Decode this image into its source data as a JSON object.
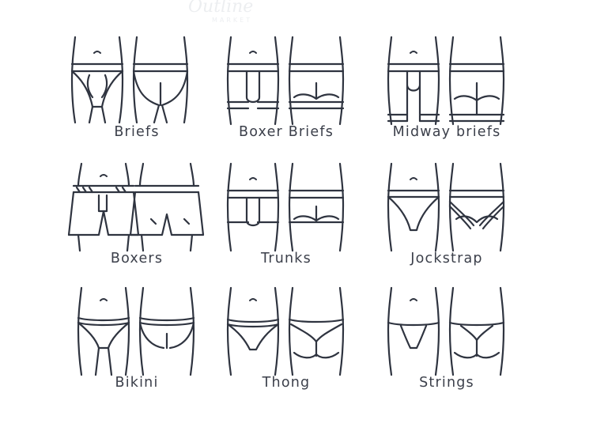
{
  "watermark": {
    "name": "Outline",
    "sub": "MARKET"
  },
  "items": [
    {
      "label": "Briefs"
    },
    {
      "label": "Boxer Briefs"
    },
    {
      "label": "Midway briefs"
    },
    {
      "label": "Boxers"
    },
    {
      "label": "Trunks"
    },
    {
      "label": "Jockstrap"
    },
    {
      "label": "Bikini"
    },
    {
      "label": "Thong"
    },
    {
      "label": "Strings"
    }
  ],
  "colors": {
    "stroke": "#2f3440",
    "text": "#3b3f4a",
    "background": "#ffffff"
  }
}
